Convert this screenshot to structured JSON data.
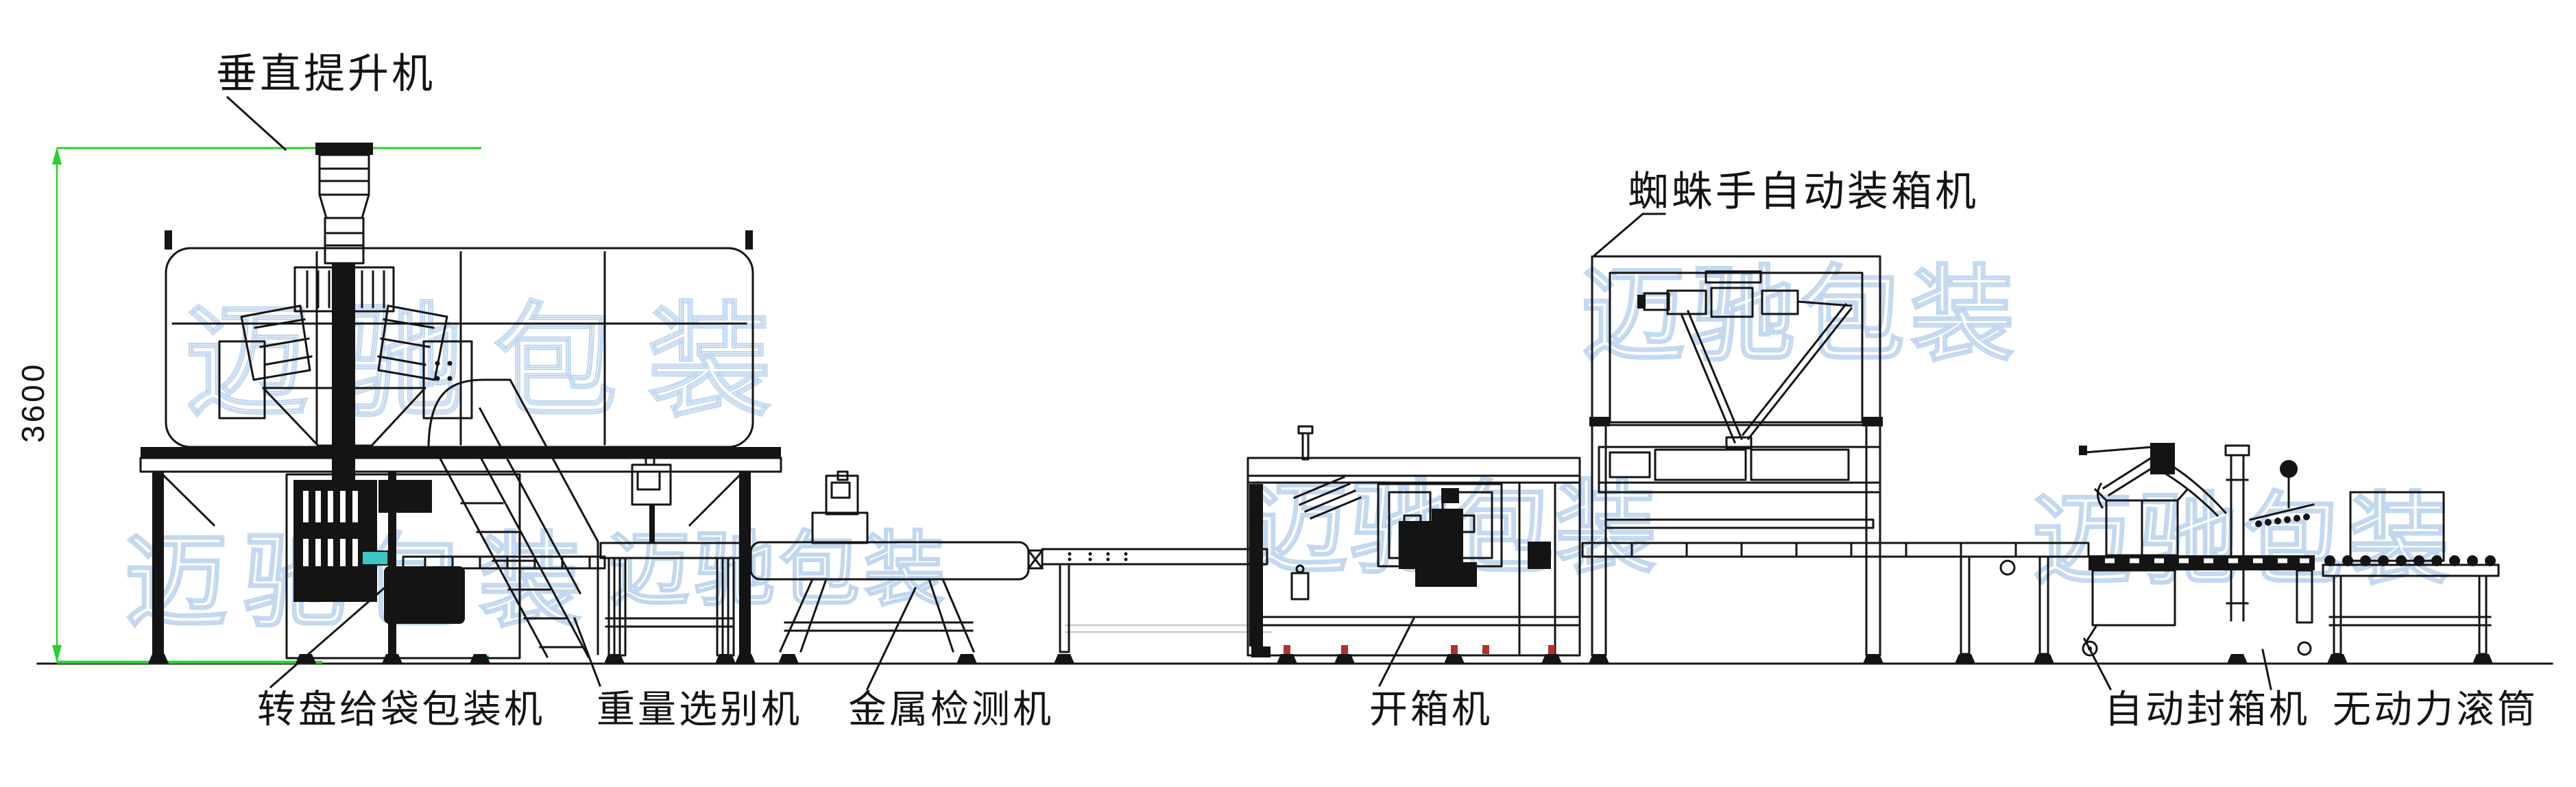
{
  "diagram": {
    "type": "packaging-line-side-elevation-drawing",
    "dimension_label": "3600",
    "watermark_text": "迈驰包装",
    "machines": [
      {
        "id": "vertical-elevator",
        "label": "垂直提升机",
        "label_position": "top-left"
      },
      {
        "id": "rotary-bag-packing-machine",
        "label": "转盘给袋包装机",
        "label_position": "bottom"
      },
      {
        "id": "checkweigher",
        "label": "重量选别机",
        "label_position": "bottom"
      },
      {
        "id": "metal-detector",
        "label": "金属检测机",
        "label_position": "bottom"
      },
      {
        "id": "case-erector",
        "label": "开箱机",
        "label_position": "bottom"
      },
      {
        "id": "spider-hand-case-packer",
        "label": "蜘蛛手自动装箱机",
        "label_position": "top"
      },
      {
        "id": "case-sealer",
        "label": "自动封箱机",
        "label_position": "bottom"
      },
      {
        "id": "gravity-roller-conveyor",
        "label": "无动力滚筒",
        "label_position": "bottom"
      }
    ],
    "colors": {
      "line": "#141414",
      "dimension_green": "#2bd02b",
      "watermark_blue": "#9cc0e6",
      "teal_accent": "#3fc6c6",
      "red_accent": "#b03030",
      "background": "#ffffff"
    }
  }
}
